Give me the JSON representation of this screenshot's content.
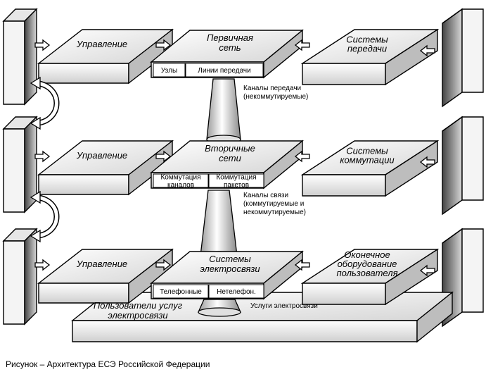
{
  "layers": [
    {
      "management": "Управление",
      "center_lines": [
        "Первичная",
        "сеть"
      ],
      "right_lines": [
        "Системы",
        "передачи"
      ],
      "slots": [
        [
          "Узлы"
        ],
        [
          "Линии передачи"
        ]
      ]
    },
    {
      "management": "Управление",
      "center_lines": [
        "Вторичные",
        "сети"
      ],
      "right_lines": [
        "Системы",
        "коммутации"
      ],
      "slots": [
        [
          "Коммутация",
          "каналов"
        ],
        [
          "Коммутация",
          "пакетов"
        ]
      ]
    },
    {
      "management": "Управление",
      "center_lines": [
        "Системы",
        "электросвязи"
      ],
      "right_lines": [
        "Оконечное",
        "оборудование",
        "пользователя"
      ],
      "slots": [
        [
          "Телефонные"
        ],
        [
          "Нетелефон."
        ]
      ]
    }
  ],
  "connectors": [
    [
      "Каналы передачи",
      "(некоммутируемые)"
    ],
    [
      "Каналы связи",
      "(коммутируемые и",
      "некоммутируемые)"
    ],
    [
      "Услуги электросвязи"
    ]
  ],
  "base_lines": [
    "Пользователи услуг",
    "электросвязи"
  ],
  "caption": "Рисунок – Архитектура ЕСЭ Российской Федерации"
}
